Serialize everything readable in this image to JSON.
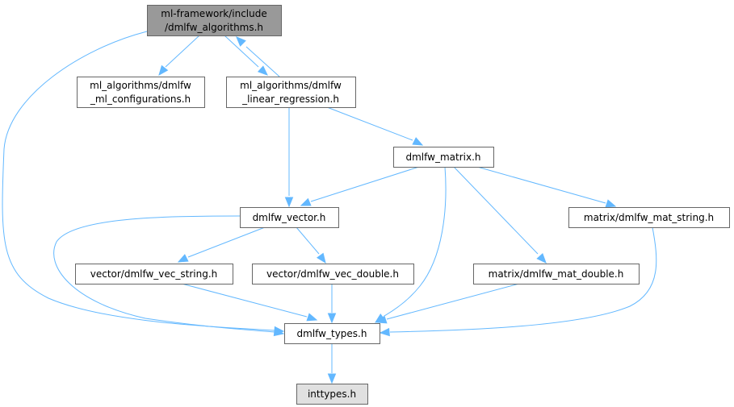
{
  "diagram": {
    "type": "include-dependency-graph",
    "colors": {
      "edge": "#63b8ff",
      "root_fill": "#999999",
      "node_fill": "#ffffff",
      "external_fill": "#e0e0e0",
      "border": "#666666"
    },
    "nodes": [
      {
        "id": "root",
        "lines": [
          "ml-framework/include",
          "/dmlfw_algorithms.h"
        ],
        "kind": "root"
      },
      {
        "id": "ml_config",
        "lines": [
          "ml_algorithms/dmlfw",
          "_ml_configurations.h"
        ],
        "kind": "normal"
      },
      {
        "id": "linreg",
        "lines": [
          "ml_algorithms/dmlfw",
          "_linear_regression.h"
        ],
        "kind": "normal"
      },
      {
        "id": "matrix",
        "lines": [
          "dmlfw_matrix.h"
        ],
        "kind": "normal"
      },
      {
        "id": "vector",
        "lines": [
          "dmlfw_vector.h"
        ],
        "kind": "normal"
      },
      {
        "id": "mat_string",
        "lines": [
          "matrix/dmlfw_mat_string.h"
        ],
        "kind": "normal"
      },
      {
        "id": "vec_string",
        "lines": [
          "vector/dmlfw_vec_string.h"
        ],
        "kind": "normal"
      },
      {
        "id": "vec_double",
        "lines": [
          "vector/dmlfw_vec_double.h"
        ],
        "kind": "normal"
      },
      {
        "id": "mat_double",
        "lines": [
          "matrix/dmlfw_mat_double.h"
        ],
        "kind": "normal"
      },
      {
        "id": "types",
        "lines": [
          "dmlfw_types.h"
        ],
        "kind": "normal"
      },
      {
        "id": "inttypes",
        "lines": [
          "inttypes.h"
        ],
        "kind": "external"
      }
    ],
    "edges": [
      {
        "from": "root",
        "to": "ml_config"
      },
      {
        "from": "root",
        "to": "linreg"
      },
      {
        "from": "root",
        "to": "types"
      },
      {
        "from": "linreg",
        "to": "root"
      },
      {
        "from": "linreg",
        "to": "vector"
      },
      {
        "from": "linreg",
        "to": "matrix"
      },
      {
        "from": "matrix",
        "to": "vector"
      },
      {
        "from": "matrix",
        "to": "types"
      },
      {
        "from": "matrix",
        "to": "mat_double"
      },
      {
        "from": "matrix",
        "to": "mat_string"
      },
      {
        "from": "vector",
        "to": "types"
      },
      {
        "from": "vector",
        "to": "vec_string"
      },
      {
        "from": "vector",
        "to": "vec_double"
      },
      {
        "from": "vec_string",
        "to": "types"
      },
      {
        "from": "vec_double",
        "to": "types"
      },
      {
        "from": "mat_double",
        "to": "types"
      },
      {
        "from": "mat_string",
        "to": "types"
      },
      {
        "from": "types",
        "to": "inttypes"
      }
    ]
  }
}
